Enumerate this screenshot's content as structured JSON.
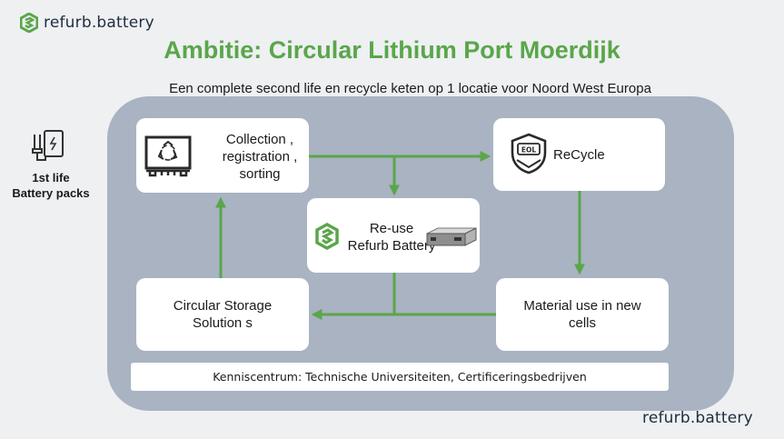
{
  "brand": {
    "name": "refurb.battery",
    "accent": "#5aa64a",
    "dark": "#1f2d3d"
  },
  "title": "Ambitie: Circular Lithium Port Moerdijk",
  "subtitle": "Een complete second life en recycle  keten op 1 locatie  voor Noord West Europa",
  "side": {
    "label_line1": "1st life",
    "label_line2": "Battery packs",
    "icon": "battery-charger-icon"
  },
  "nodes": {
    "collection": {
      "line1": "Collection ,",
      "line2": "registration  ,",
      "line3": "sorting",
      "icon": "recycle-bin-icon"
    },
    "recycle": {
      "label": "ReCycle",
      "icon": "eol-shield-icon",
      "icon_text": "EOL"
    },
    "reuse": {
      "line1": "Re-use",
      "line2": "Refurb Battery",
      "icon": "refurb-logo-icon"
    },
    "storage": {
      "line1": "Circular Storage",
      "line2": "Solution s"
    },
    "material": {
      "line1": "Material  use in new",
      "line2": "cells"
    }
  },
  "footer_bar": "Kenniscentrum: Technische Universiteiten, Certificeringsbedrijven",
  "colors": {
    "arrow": "#5aa64a",
    "panel": "#a9b3c2",
    "box": "#ffffff",
    "background": "#eef0f2"
  }
}
